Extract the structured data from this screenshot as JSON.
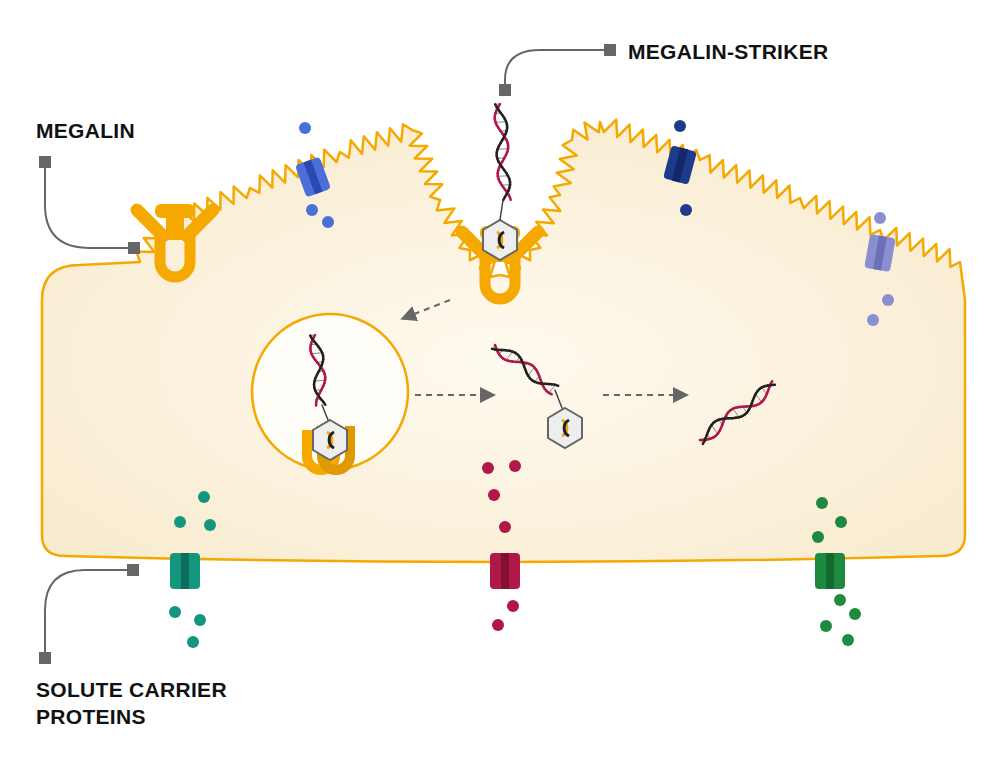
{
  "diagram": {
    "labels": [
      "MEGALIN-STRIKER",
      "MEGALIN",
      "SOLUTE CARRIER PROTEINS"
    ]
  }
}
